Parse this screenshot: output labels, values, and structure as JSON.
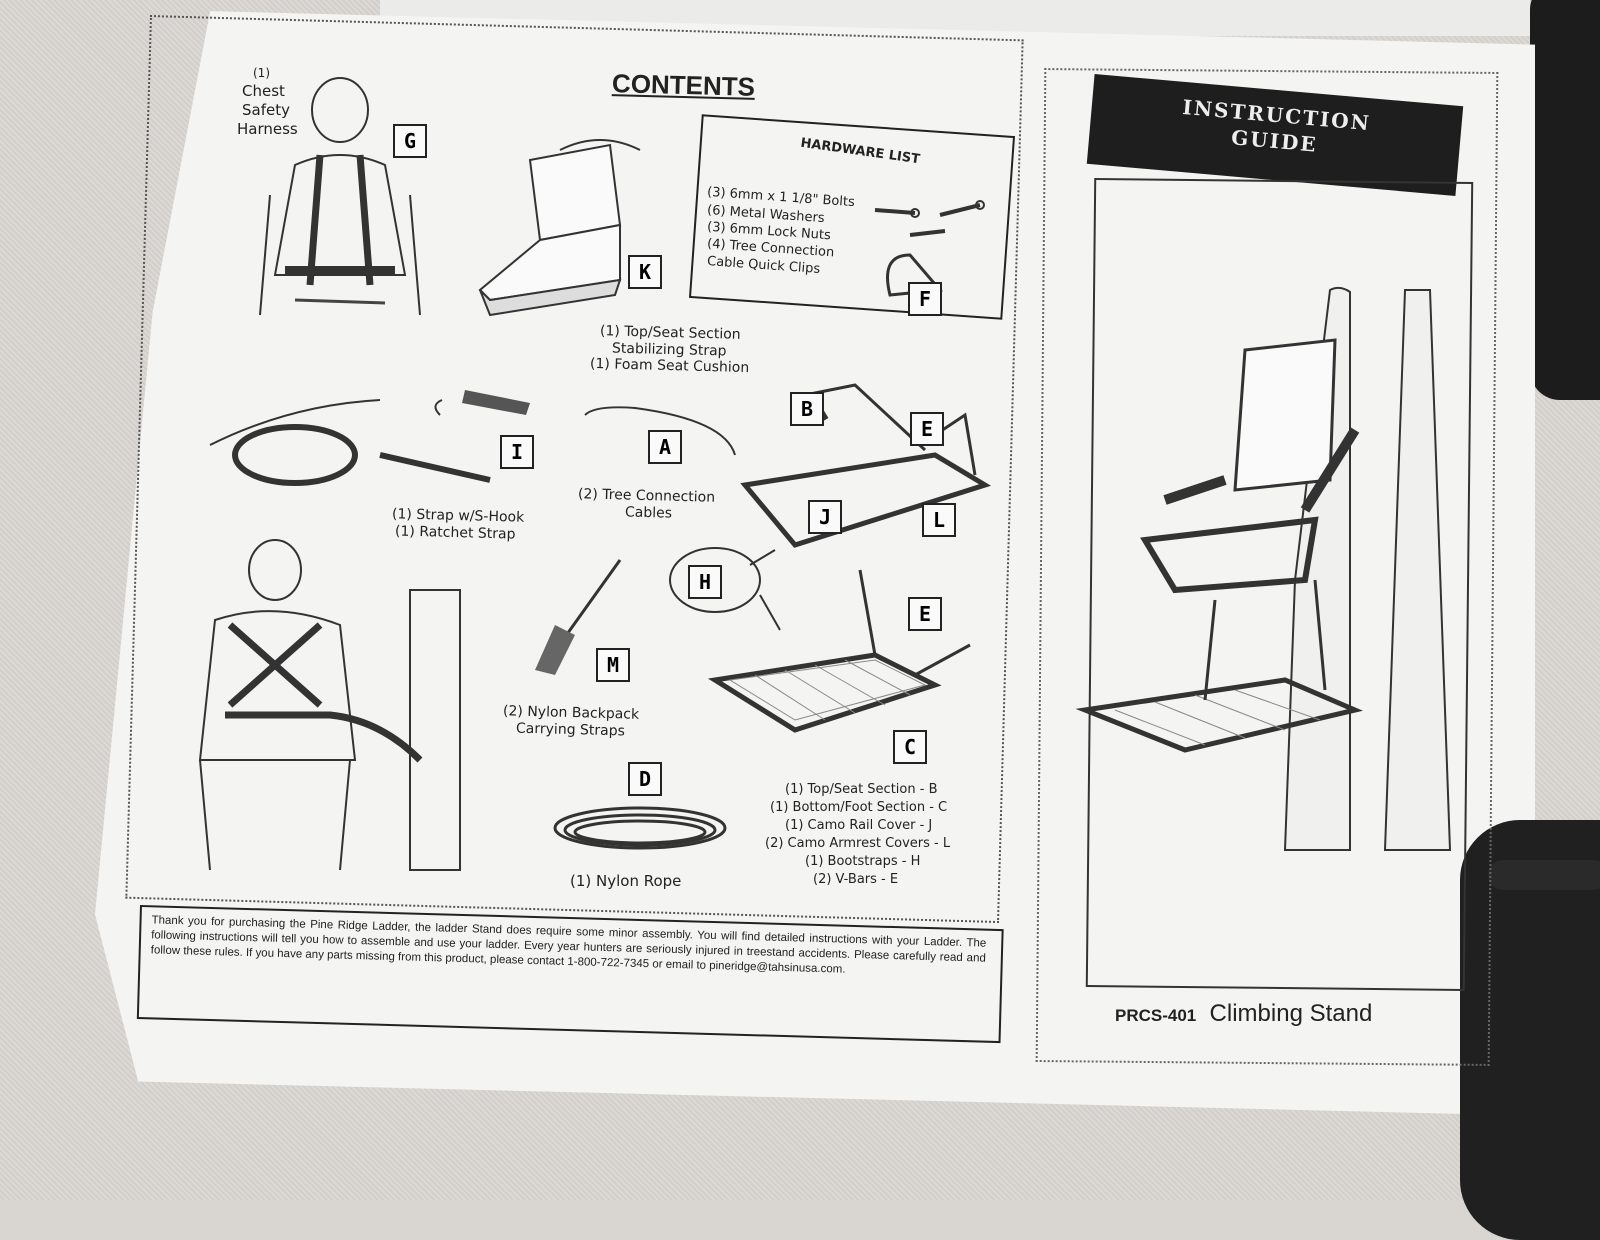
{
  "contents": {
    "title": "CONTENTS",
    "harness_g": {
      "qty": "(1)",
      "line1": "Chest",
      "line2": "Safety",
      "line3": "Harness",
      "letter": "G"
    },
    "seat_k": {
      "letter": "K",
      "line1": "(1) Top/Seat Section",
      "line2": "Stabilizing Strap",
      "line3": "(1) Foam Seat Cushion"
    },
    "strap_i": {
      "letter": "I",
      "line1": "(1) Strap w/S-Hook",
      "line2": "(1) Ratchet Strap"
    },
    "cables_a": {
      "letter": "A",
      "line1": "(2) Tree Connection",
      "line2": "Cables"
    },
    "frame_b": {
      "letter": "B"
    },
    "letter_e1": "E",
    "letter_j": "J",
    "letter_l": "L",
    "letter_e2": "E",
    "letter_c": "C",
    "bootstraps_h": {
      "letter": "H"
    },
    "backpack_m": {
      "letter": "M",
      "line1": "(2) Nylon Backpack",
      "line2": "Carrying Straps"
    },
    "rope_d": {
      "letter": "D",
      "line1": "(1) Nylon Rope"
    },
    "parts_list": [
      "(1) Top/Seat Section - B",
      "(1) Bottom/Foot Section - C",
      "(1) Camo Rail Cover - J",
      "(2) Camo Armrest Covers - L",
      "(1) Bootstraps - H",
      "(2) V-Bars - E"
    ]
  },
  "hardware": {
    "title": "HARDWARE LIST",
    "items": [
      "(3) 6mm x 1 1/8\" Bolts",
      "(6) Metal Washers",
      "(3) 6mm Lock Nuts",
      "(4) Tree Connection",
      "Cable Quick Clips"
    ],
    "letter": "F"
  },
  "thanks": {
    "text": "Thank you for purchasing the Pine Ridge Ladder, the ladder Stand does require some minor assembly. You will find detailed instructions with your Ladder. The following instructions will tell you how to assemble and use your ladder. Every year hunters are seriously injured in treestand accidents. Please carefully read and follow these rules. If you have any parts missing from this product, please contact 1-800-722-7345 or email to pineridge@tahsinusa.com."
  },
  "guide": {
    "banner_line1": "INSTRUCTION",
    "banner_line2": "GUIDE",
    "model_number": "PRCS-401",
    "model_name": "Climbing Stand"
  },
  "colors": {
    "paper": "#f4f4f2",
    "ink": "#222222",
    "banner": "#1e1e1e"
  }
}
